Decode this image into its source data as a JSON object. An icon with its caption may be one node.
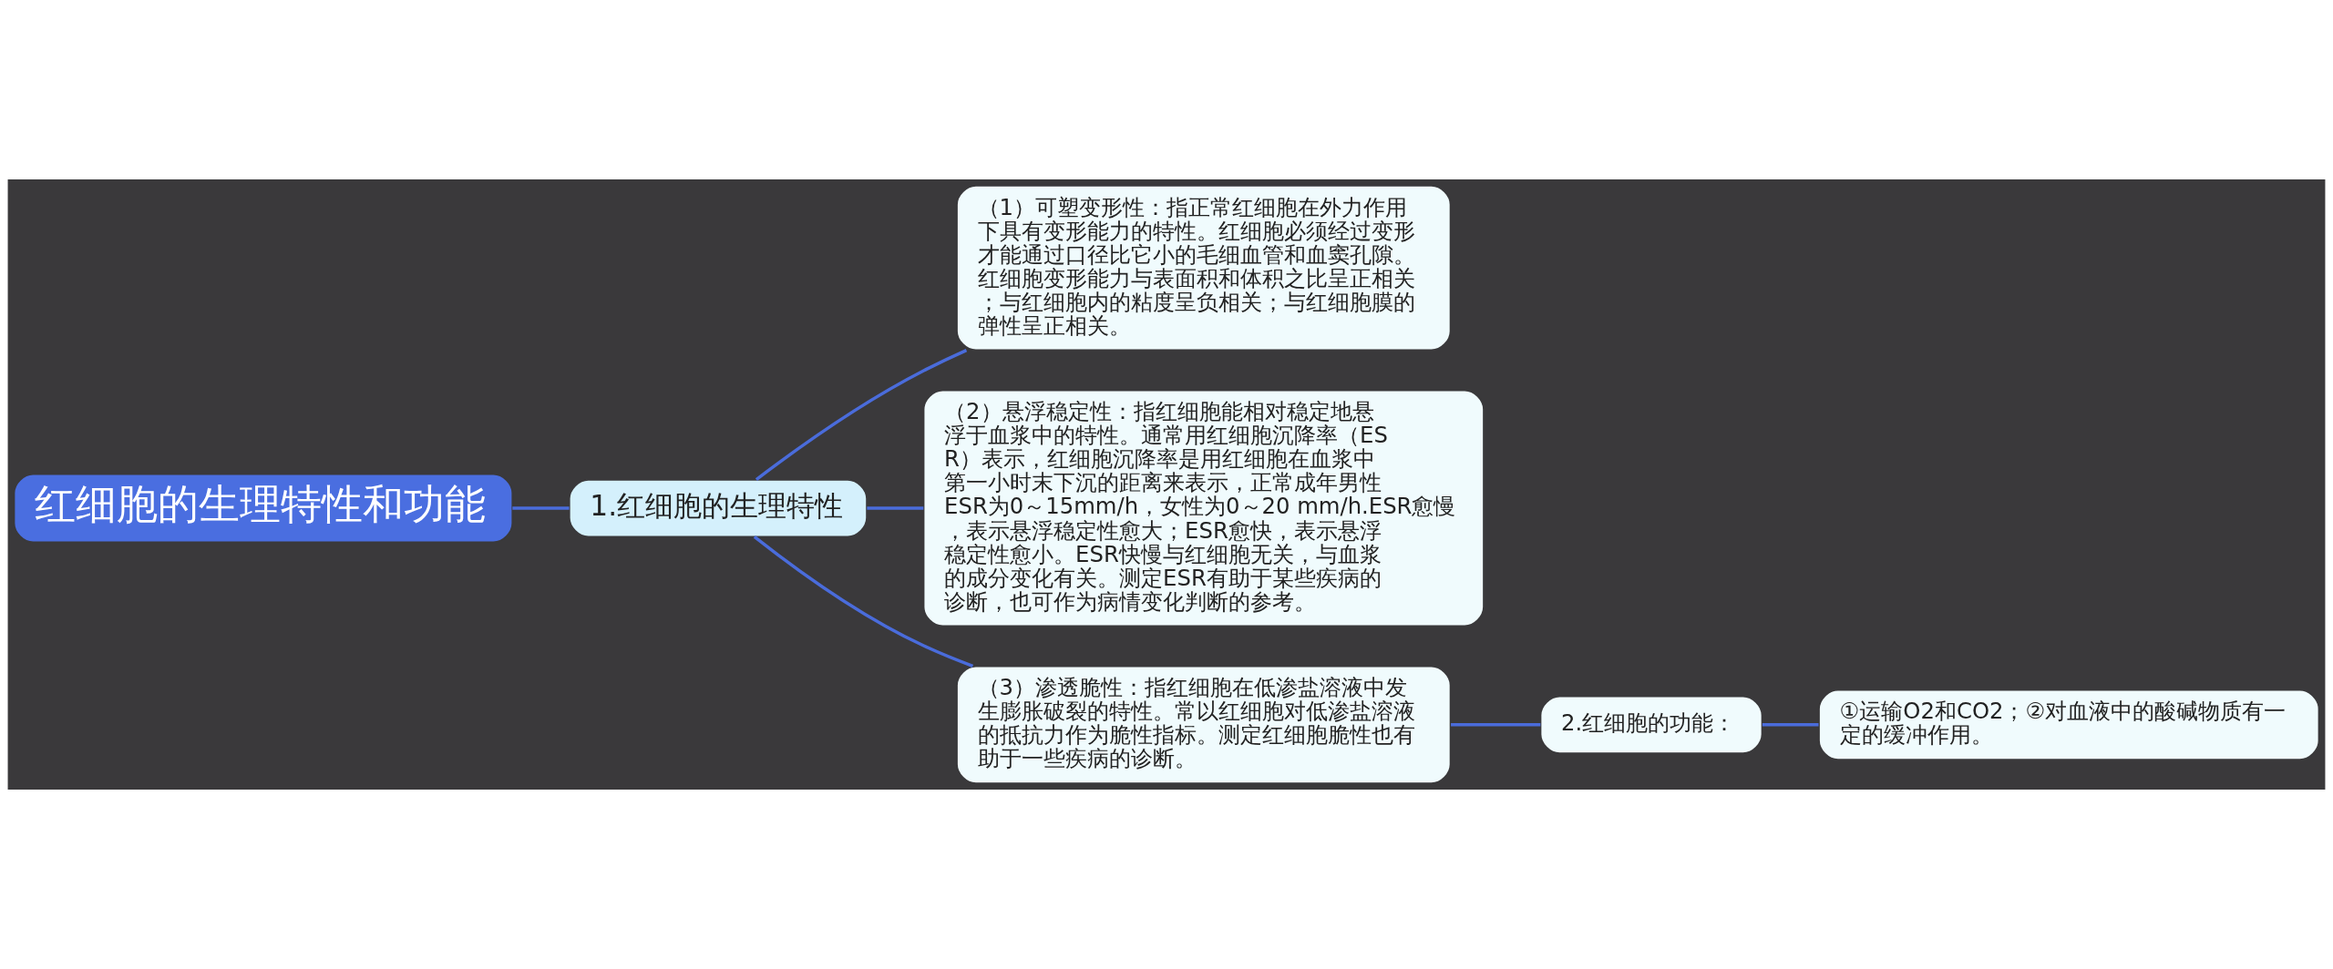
{
  "diagram": {
    "nodes": [
      {
        "text": [
          "红细胞的生理特性和功能"
        ]
      },
      {
        "text": [
          "1.红细胞的生理特性"
        ]
      },
      {
        "text": [
          "（1）可塑变形性：指正常红细胞在外力作用下具有变形能力的特性。红细胞必须经过变形才能通过口径比它小的毛细血管和血窦孔隙。红细胞变形能力与表面积和体积之比呈正相关；与红细胞内的粘度呈负相关；与红细胞膜的弹性呈正相关。"
        ]
      },
      {
        "text": [
          "（2）悬浮稳定性：指红细胞能相对稳定地悬浮于血浆中的特性。通常用红细胞沉降率（ESR）表示，红细胞沉降率是用红细胞在血浆中第一小时末下沉的距离来表示，正常成年男性ESR为0～15mm/h，女性为0～20 mm/h.ESR愈慢，表示悬浮稳定性愈大；ESR愈快，表示悬浮稳定性愈小。ESR快慢与红细胞无关，与血浆的成分变化有关。测定ESR有助于某些疾病的诊断，也可作为病情变化判断的参考。"
        ]
      },
      {
        "text": [
          "（3）渗透脆性：指红细胞在低渗盐溶液中发生膨胀破裂的特性。常以红细胞对低渗盐溶液的抵抗力作为脆性指标。测定红细胞脆性也有助于一些疾病的诊断。"
        ]
      },
      {
        "text": [
          "2.红细胞的功能："
        ]
      },
      {
        "text": [
          "①运输O2和CO2；②对血液中的酸碱物质有一定的缓冲作用。"
        ]
      }
    ],
    "edges": [
      {
        "from": 0,
        "to": 1,
        "arrow": "none"
      },
      {
        "from": 1,
        "to": 2,
        "arrow": "none"
      },
      {
        "from": 1,
        "to": 3,
        "arrow": "none"
      },
      {
        "from": 1,
        "to": 4,
        "arrow": "none"
      },
      {
        "from": 4,
        "to": 5,
        "arrow": "none"
      },
      {
        "from": 5,
        "to": 6,
        "arrow": "none"
      }
    ]
  }
}
